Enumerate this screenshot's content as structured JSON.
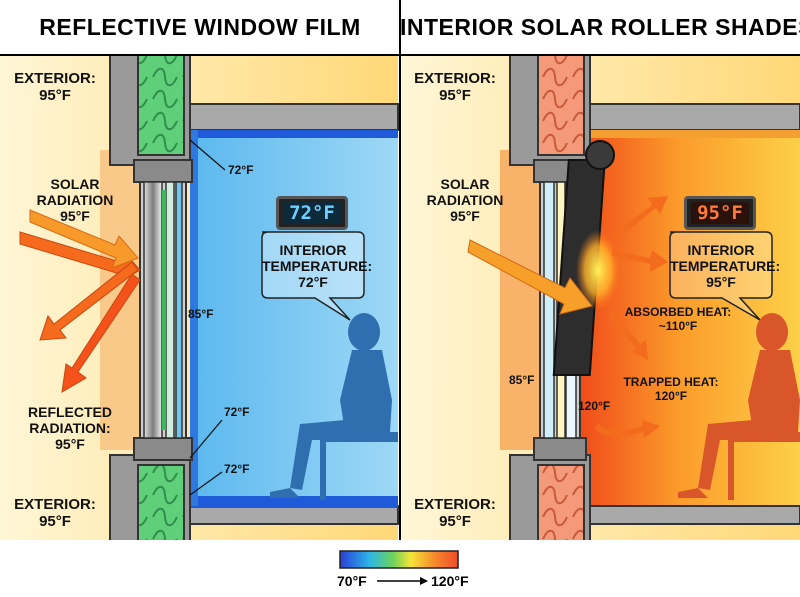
{
  "left_panel": {
    "title": "REFLECTIVE WINDOW FILM",
    "exterior_top": {
      "line1": "EXTERIOR:",
      "line2": "95°F"
    },
    "solar": {
      "line1": "SOLAR",
      "line2": "RADIATION",
      "line3": "95°F"
    },
    "reflected": {
      "line1": "REFLECTED",
      "line2": "RADIATION:",
      "line3": "95°F"
    },
    "exterior_bottom": {
      "line1": "EXTERIOR:",
      "line2": "95°F"
    },
    "glass_temp": "85°F",
    "sill_top_temp": "72°F",
    "inner_low_temp": "72°F",
    "inner_bottom_temp": "72°F",
    "thermostat": "72°F",
    "interior_callout": {
      "line1": "INTERIOR",
      "line2": "TEMPERATURE:",
      "line3": "72°F"
    }
  },
  "right_panel": {
    "title": "INTERIOR SOLAR ROLLER SHADES",
    "exterior_top": {
      "line1": "EXTERIOR:",
      "line2": "95°F"
    },
    "solar": {
      "line1": "SOLAR",
      "line2": "RADIATION",
      "line3": "95°F"
    },
    "exterior_bottom": {
      "line1": "EXTERIOR:",
      "line2": "95°F"
    },
    "glass_temp": "85°F",
    "cavity_temp": "120°F",
    "thermostat": "95°F",
    "interior_callout": {
      "line1": "INTERIOR",
      "line2": "TEMPERATURE:",
      "line3": "95°F"
    },
    "absorbed": {
      "line1": "ABSORBED HEAT:",
      "line2": "~110°F"
    },
    "trapped": {
      "line1": "TRAPPED HEAT:",
      "line2": "120°F"
    }
  },
  "legend": {
    "min": "70°F",
    "max": "120°F"
  },
  "colors": {
    "cool_room": "#8fd0f0",
    "hot_room": "#f7c23a",
    "exterior_warm": "#ffe08a",
    "arrow_orange": "#f36b1c",
    "thermostat_cool_text": "#6fd0ff",
    "thermostat_hot_text": "#ff7a3a"
  }
}
